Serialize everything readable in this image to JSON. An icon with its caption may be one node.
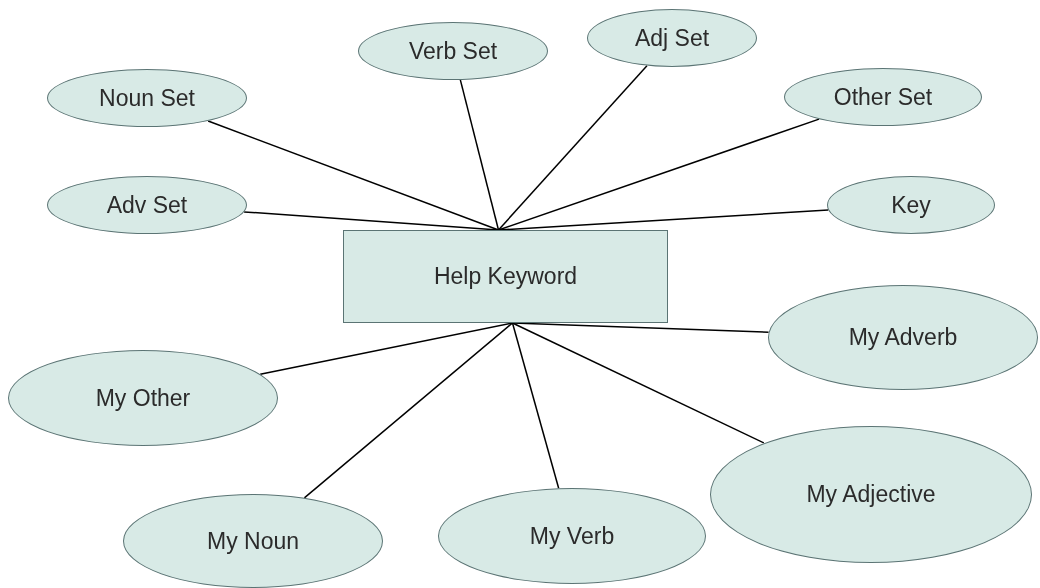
{
  "diagram": {
    "nodes": [
      {
        "text": [
          "Adj Set"
        ]
      },
      {
        "text": [
          "Verb Set"
        ]
      },
      {
        "text": [
          "Noun Set"
        ]
      },
      {
        "text": [
          "Other Set"
        ]
      },
      {
        "text": [
          "Adv Set"
        ]
      },
      {
        "text": [
          "Key"
        ]
      },
      {
        "text": [
          "Help Keyword"
        ]
      },
      {
        "text": [
          "My Adverb"
        ]
      },
      {
        "text": [
          "My Other"
        ]
      },
      {
        "text": [
          "My Adjective"
        ]
      },
      {
        "text": [
          "My Verb"
        ]
      },
      {
        "text": [
          "My Noun"
        ]
      }
    ],
    "edges": [
      {
        "from": 6,
        "to": 0,
        "arrow": "none"
      },
      {
        "from": 6,
        "to": 1,
        "arrow": "none"
      },
      {
        "from": 6,
        "to": 2,
        "arrow": "none"
      },
      {
        "from": 6,
        "to": 3,
        "arrow": "none"
      },
      {
        "from": 6,
        "to": 4,
        "arrow": "none"
      },
      {
        "from": 6,
        "to": 5,
        "arrow": "none"
      },
      {
        "from": 6,
        "to": 7,
        "arrow": "none"
      },
      {
        "from": 6,
        "to": 8,
        "arrow": "none"
      },
      {
        "from": 6,
        "to": 9,
        "arrow": "none"
      },
      {
        "from": 6,
        "to": 10,
        "arrow": "none"
      },
      {
        "from": 6,
        "to": 11,
        "arrow": "none"
      }
    ]
  }
}
